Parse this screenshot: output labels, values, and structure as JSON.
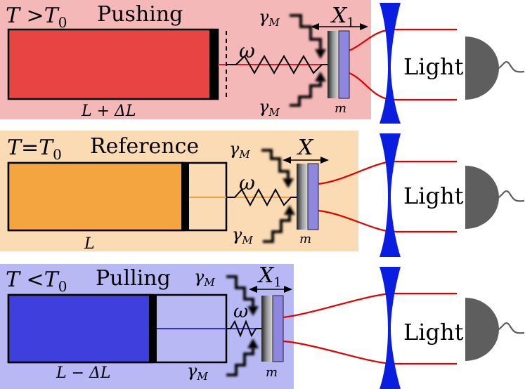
{
  "panels": [
    {
      "id": "pushing",
      "condition_var": "T",
      "condition_op": " >",
      "condition_ref": "T",
      "condition_sub": "0",
      "mode": "Pushing",
      "length_label": "L + ΔL",
      "displacement_var": "X",
      "displacement_sub": "1",
      "bg_color": "#f4b8b8",
      "piston_color": "#e84444",
      "line_color": "#cc2222"
    },
    {
      "id": "reference",
      "condition_var": "T",
      "condition_op": "=",
      "condition_ref": "T",
      "condition_sub": "0",
      "mode": "Reference",
      "length_label": "L",
      "displacement_var": "X",
      "displacement_sub": "",
      "bg_color": "#fbdbb4",
      "piston_color": "#f5a53f",
      "line_color": "#f0a040"
    },
    {
      "id": "pulling",
      "condition_var": "T",
      "condition_op": " <",
      "condition_ref": "T",
      "condition_sub": "0",
      "mode": "Pulling",
      "length_label": "L − ΔL",
      "displacement_var": "X",
      "displacement_sub": "1",
      "bg_color": "#b8b8f4",
      "piston_color": "#3f3fdd",
      "line_color": "#3333cc"
    }
  ],
  "spring_label": "ω",
  "damping_var": "γ",
  "damping_sub": "M",
  "mass_label": "m",
  "light_label": "Light",
  "colors": {
    "mirror": "#0a1ee0",
    "beam": "#e00000",
    "detector": "#5e5e5e",
    "mass_plate": "#8f86e0"
  }
}
